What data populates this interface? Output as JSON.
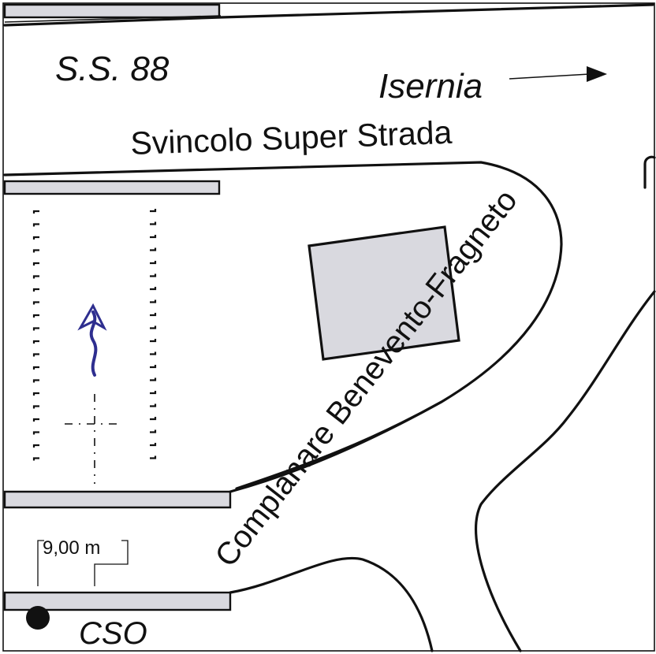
{
  "labels": {
    "ss88": "S.S. 88",
    "isernia": "Isernia",
    "svincolo": "Svincolo Super Strada",
    "complanare": "Complanare Benevento-Fragneto",
    "dimension": "9,00 m",
    "cso": "CSO"
  },
  "colors": {
    "line": "#111111",
    "strip_fill": "#d9d9df",
    "building_fill": "#d9d9df",
    "flow_arrow": "#2e2e8f",
    "station_dot": "#111111"
  },
  "icons": {
    "direction_arrow": "arrow-right-icon",
    "flow_arrow": "flow-arrow-icon",
    "station_marker": "filled-circle-icon"
  }
}
